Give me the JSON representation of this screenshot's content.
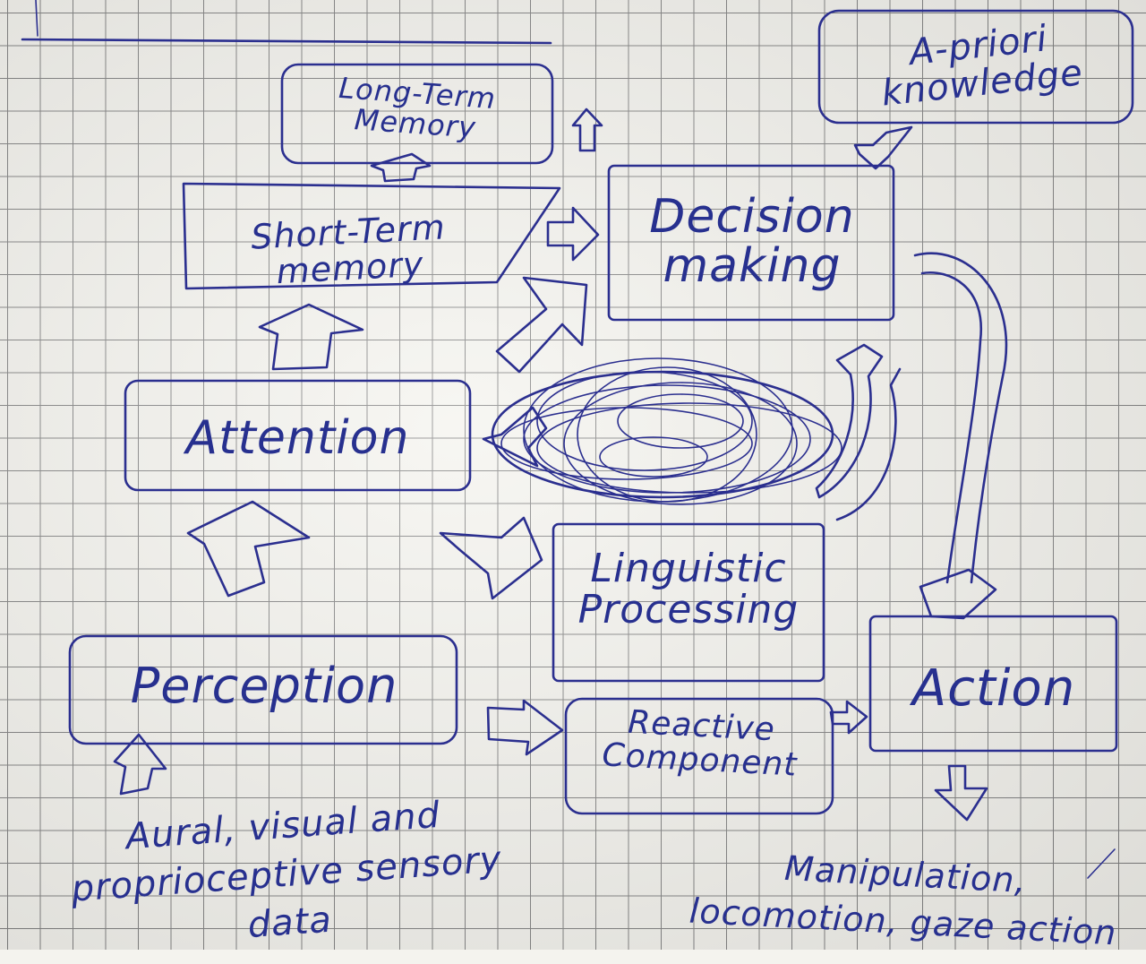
{
  "nodes": {
    "long_term_memory": "Long-Term Memory",
    "a_priori_knowledge": "A-priori knowledge",
    "short_term_memory": "Short-Term memory",
    "decision_making": "Decision making",
    "attention": "Attention",
    "linguistic_processing": "Linguistic Processing",
    "perception": "Perception",
    "reactive_component": "Reactive Component",
    "action": "Action"
  },
  "inputs": {
    "sensory_data": "Aural, visual and proprioceptive sensory data"
  },
  "outputs": {
    "actions": "Manipulation, locomotion, gaze action"
  },
  "colors": {
    "ink": "#2b2f8f",
    "paper": "#f3f2ec",
    "grid": "#6f6f6f"
  }
}
